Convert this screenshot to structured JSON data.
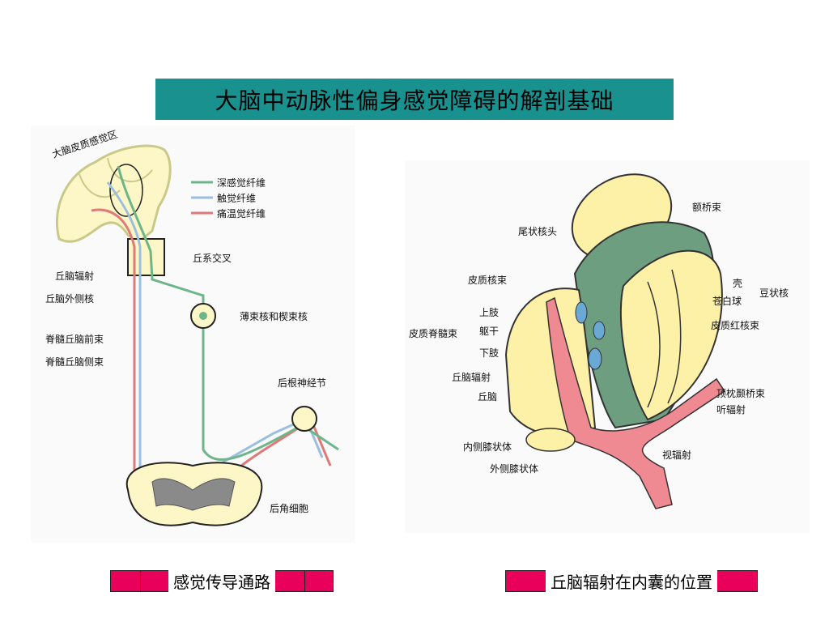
{
  "slide": {
    "title": "大脑中动脉性偏身感觉障碍的解剖基础",
    "left_caption": "感觉传导通路",
    "right_caption": "丘脑辐射在内囊的位置"
  },
  "left_figure": {
    "cortex_label": "大脑皮质感觉区",
    "legend": [
      {
        "label": "深感觉纤维",
        "color": "#6fb58a"
      },
      {
        "label": "触觉纤维",
        "color": "#9bbfe0"
      },
      {
        "label": "痛温觉纤维",
        "color": "#e07a7a"
      }
    ],
    "labels": {
      "decussation": "丘系交叉",
      "thalamic_radiation": "丘脑辐射",
      "vpl_nucleus": "丘脑外侧核",
      "anterior_tract": "脊髓丘脑前束",
      "lateral_tract": "脊髓丘脑侧束",
      "gracile_cuneate": "薄束核和楔束核",
      "root_ganglion": "后根神经节",
      "horn_cell": "后角细胞"
    }
  },
  "right_figure": {
    "labels": {
      "frontopontine": "额桥束",
      "caudate_head": "尾状核头",
      "corticobulbar": "皮质核束",
      "putamen": "壳",
      "lentiform": "豆状核",
      "globus_pallidus": "苍白球",
      "upper_limb": "上肢",
      "trunk": "躯干",
      "lower_limb": "下肢",
      "corticospinal": "皮质脊髓束",
      "corticorubral": "皮质红核束",
      "thalamic_radiation": "丘脑辐射",
      "thalamus": "丘脑",
      "occipitotemporopontine": "顶枕颞桥束",
      "auditory_radiation": "听辐射",
      "medial_geniculate": "内侧膝状体",
      "optic_radiation": "视辐射",
      "lateral_geniculate": "外侧膝状体"
    }
  }
}
